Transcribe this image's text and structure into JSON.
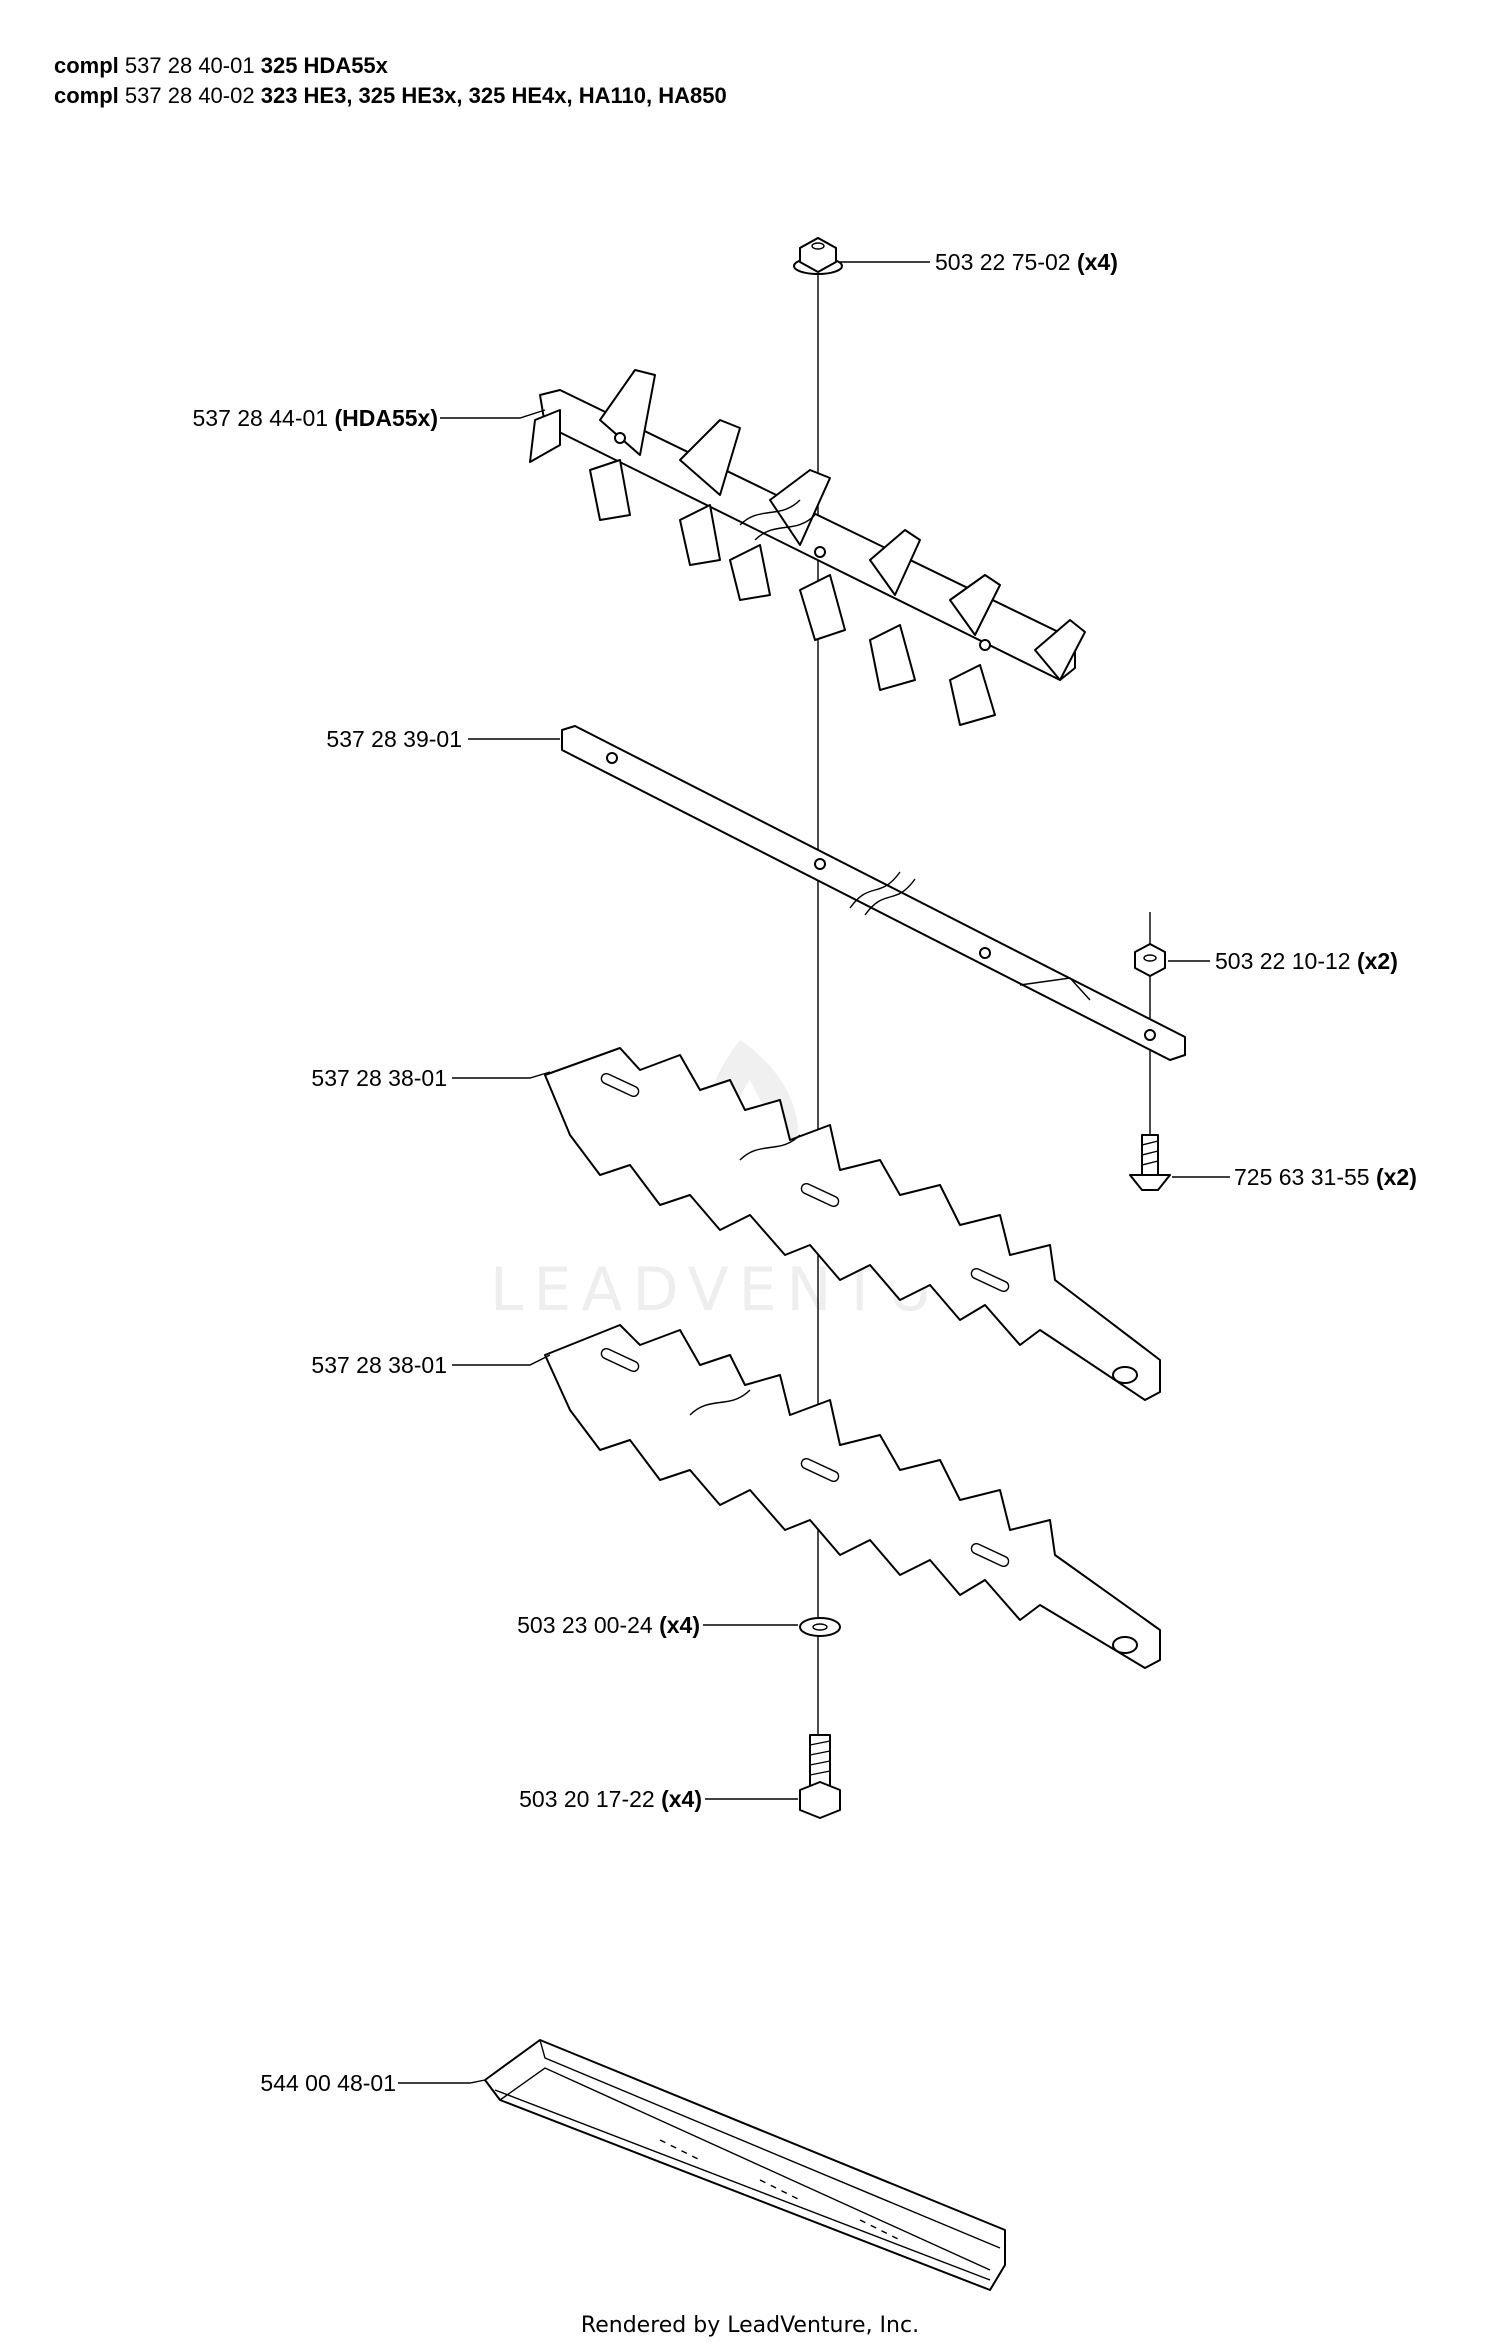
{
  "header": {
    "line1": {
      "prefix": "compl",
      "part": "537 28 40-01",
      "models": "325 HDA55x"
    },
    "line2": {
      "prefix": "compl",
      "part": "537 28 40-02",
      "models": "323 HE3, 325 HE3x, 325 HE4x, HA110, HA850"
    }
  },
  "callouts": [
    {
      "id": "nut-top",
      "part": "503 22 75-02",
      "qty": "(x4)"
    },
    {
      "id": "blade-guard",
      "part": "537 28 44-01",
      "qty": "(HDA55x)"
    },
    {
      "id": "bar-plate",
      "part": "537 28 39-01",
      "qty": ""
    },
    {
      "id": "nut-small",
      "part": "503 22 10-12",
      "qty": "(x2)"
    },
    {
      "id": "blade-upper",
      "part": "537 28 38-01",
      "qty": ""
    },
    {
      "id": "screw-countersunk",
      "part": "725 63 31-55",
      "qty": "(x2)"
    },
    {
      "id": "blade-lower",
      "part": "537 28 38-01",
      "qty": ""
    },
    {
      "id": "washer",
      "part": "503 23 00-24",
      "qty": "(x4)"
    },
    {
      "id": "bolt",
      "part": "503 20 17-22",
      "qty": "(x4)"
    },
    {
      "id": "protector",
      "part": "544 00 48-01",
      "qty": ""
    }
  ],
  "watermark": "LEADVENTURE",
  "footer": "Rendered by LeadVenture, Inc.",
  "colors": {
    "ink": "#000000",
    "background": "#ffffff",
    "watermark": "#eeeeee"
  }
}
